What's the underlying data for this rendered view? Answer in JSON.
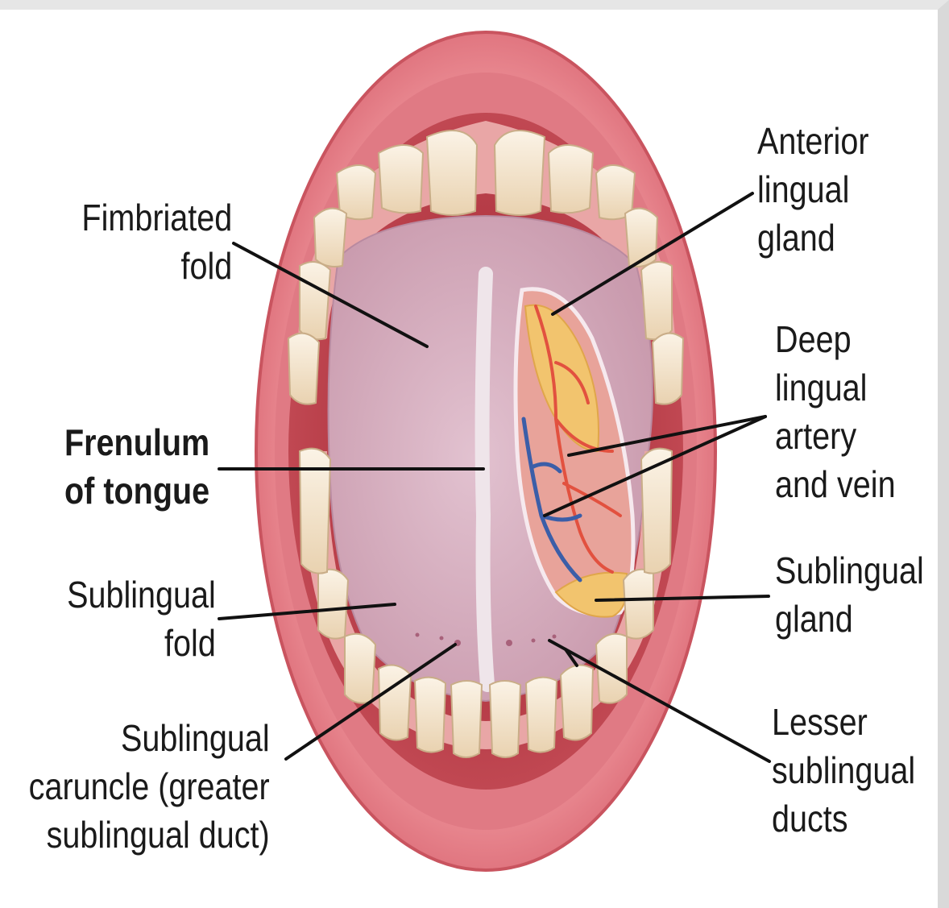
{
  "labels": {
    "fimbriated_fold": [
      "Fimbriated",
      "fold"
    ],
    "frenulum_of_tongue": [
      "Frenulum",
      "of tongue"
    ],
    "sublingual_fold": [
      "Sublingual",
      "fold"
    ],
    "sublingual_caruncle": [
      "Sublingual",
      "caruncle (greater",
      "sublingual duct)"
    ],
    "anterior_lingual_gland": [
      "Anterior",
      "lingual",
      "gland"
    ],
    "deep_lingual_artery_vein": [
      "Deep",
      "lingual",
      "artery",
      "and vein"
    ],
    "sublingual_gland": [
      "Sublingual",
      "gland"
    ],
    "lesser_sublingual_ducts": [
      "Lesser",
      "sublingual",
      "ducts"
    ]
  },
  "colors": {
    "lips": "#e9828a",
    "lips_dark": "#c9545f",
    "mouth_cavity": "#b8323d",
    "tongue_underside": "#d9b3c4",
    "teeth": "#f4e6cf",
    "gums": "#e9a6a6",
    "gland": "#f2c46e",
    "artery": "#e2513f",
    "vein": "#3b5ea8",
    "leader_line": "#111111"
  }
}
